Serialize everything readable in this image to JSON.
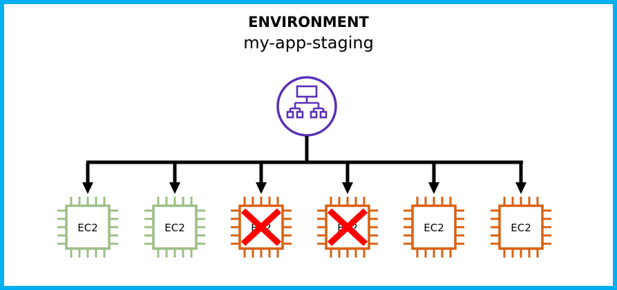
{
  "environment": {
    "label": "ENVIRONMENT",
    "name": "my-app-staging"
  },
  "load_balancer": {
    "icon": "load-balancer-hierarchy-icon",
    "color": "#5A30B5"
  },
  "colors": {
    "border": "#00B0F0",
    "healthy": "#9BBF85",
    "unhealthy": "#D9600F",
    "failed_mark": "#FF0000",
    "connector": "#000000"
  },
  "instances": [
    {
      "label": "EC2",
      "status": "healthy",
      "failed": false
    },
    {
      "label": "EC2",
      "status": "healthy",
      "failed": false
    },
    {
      "label": "EC2",
      "status": "unhealthy",
      "failed": true
    },
    {
      "label": "EC2",
      "status": "unhealthy",
      "failed": true
    },
    {
      "label": "EC2",
      "status": "unhealthy",
      "failed": false
    },
    {
      "label": "EC2",
      "status": "unhealthy",
      "failed": false
    }
  ]
}
